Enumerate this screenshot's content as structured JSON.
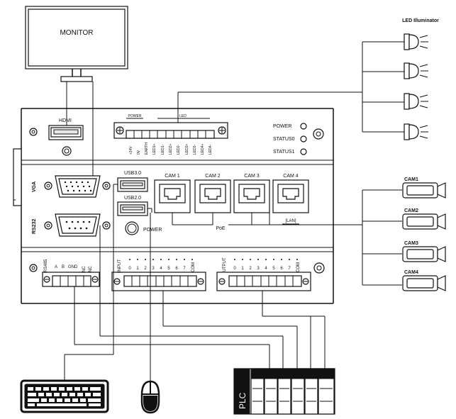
{
  "monitor": {
    "label": "MONITOR"
  },
  "led_illuminator": {
    "title": "LED Illuminator",
    "count": 4
  },
  "panel_top": {
    "hdmi_label": "HDMI",
    "power_label": "POWER",
    "led_label": "LED",
    "terminal_labels": [
      "+24V",
      "0V",
      "EARTH",
      "LED1+",
      "LED1-",
      "LED2+",
      "LED2-",
      "LED3+",
      "LED3-",
      "LED4+",
      "LED4-"
    ],
    "status": [
      "POWER",
      "STATUS0",
      "STATUS1"
    ]
  },
  "panel_mid": {
    "vga_label": "VGA",
    "rs232_label": "RS232",
    "usb3_label": "USB3.0",
    "usb2_label": "USB2.0",
    "power_button_label": "POWER",
    "cam_ports": [
      "CAM 1",
      "CAM 2",
      "CAM 3",
      "CAM 4"
    ],
    "poe_label": "PoE",
    "lan_label": "[LAN]"
  },
  "panel_bottom": {
    "rs485_label": "RS485",
    "rs485_pins": [
      "A",
      "B",
      "GND",
      "NC",
      "NC"
    ],
    "input_label": "INPUT",
    "input_pins": [
      "0",
      "1",
      "2",
      "3",
      "4",
      "5",
      "6",
      "7",
      "COM"
    ],
    "output_label": "OUTPUT",
    "output_pins": [
      "0",
      "1",
      "2",
      "3",
      "4",
      "5",
      "6",
      "7",
      "COM"
    ]
  },
  "cameras": [
    "CAM1",
    "CAM2",
    "CAM3",
    "CAM4"
  ],
  "plc": {
    "label": "PLC"
  }
}
